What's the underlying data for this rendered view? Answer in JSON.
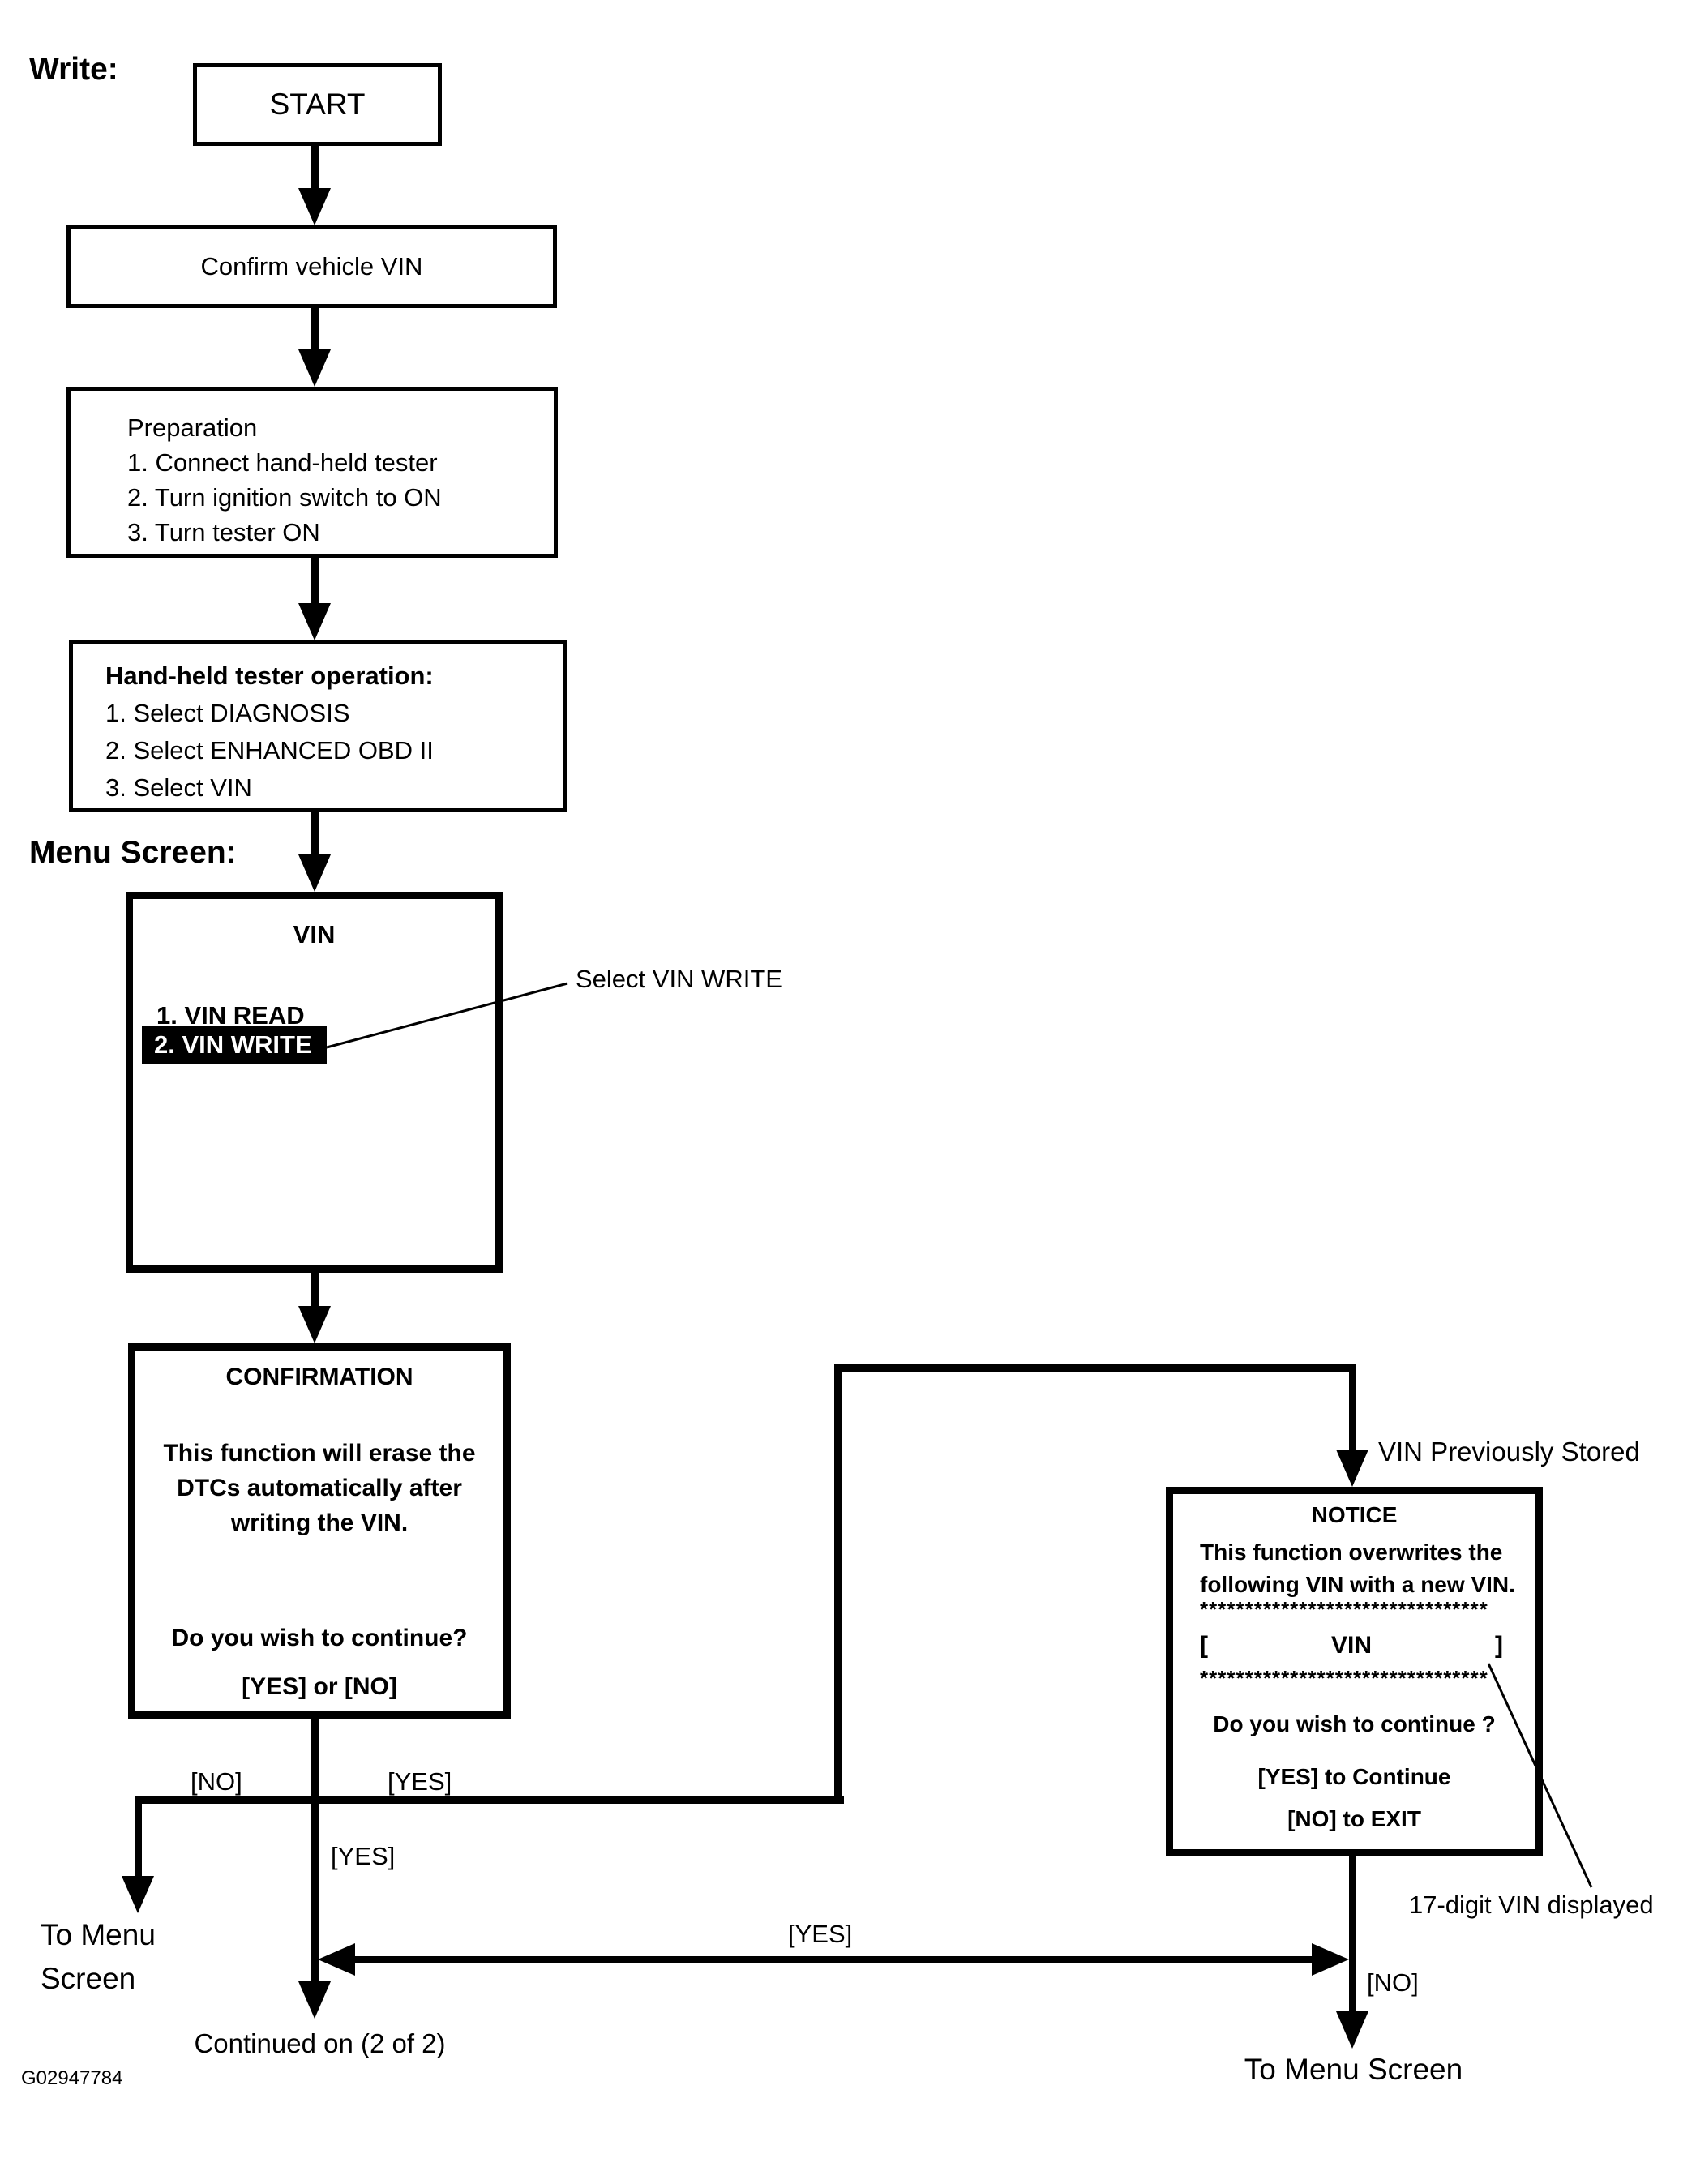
{
  "labels": {
    "write": "Write:",
    "menu_screen": "Menu Screen:",
    "figure_id": "G02947784"
  },
  "boxes": {
    "start": {
      "label": "START"
    },
    "confirm_vin": {
      "label": "Confirm vehicle VIN"
    },
    "preparation": {
      "title": "Preparation",
      "items": [
        "1. Connect hand-held tester",
        "2. Turn ignition switch to ON",
        "3. Turn tester ON"
      ]
    },
    "tester_operation": {
      "title": "Hand-held tester operation:",
      "items": [
        "1. Select DIAGNOSIS",
        "2. Select ENHANCED OBD II",
        "3. Select VIN"
      ]
    },
    "vin_menu": {
      "title": "VIN",
      "items": [
        "1. VIN READ",
        "2. VIN WRITE"
      ]
    },
    "confirmation": {
      "title": "CONFIRMATION",
      "body": [
        "This function will erase the",
        "DTCs automatically after",
        "writing the VIN."
      ],
      "question": "Do you wish to continue?",
      "options": "[YES] or [NO]"
    },
    "notice": {
      "title": "NOTICE",
      "body": [
        "This function overwrites the",
        "following VIN with a new VIN."
      ],
      "stars_top": "********************************",
      "bracket_open": "[",
      "vin_placeholder": "VIN",
      "bracket_close": "]",
      "stars_bottom": "********************************",
      "question": "Do you wish to continue ?",
      "option_yes": "[YES] to Continue",
      "option_no": "[NO] to EXIT"
    }
  },
  "edges": {
    "no_left": "[NO]",
    "yes_right": "[YES]",
    "yes_down": "[YES]",
    "yes_across": "[YES]",
    "no_down": "[NO]"
  },
  "terminals": {
    "to_menu_screen_left": [
      "To Menu",
      "Screen"
    ],
    "continued": "Continued on (2 of 2)",
    "to_menu_screen_right": "To Menu Screen"
  },
  "annotations": {
    "select_vin_write": "Select VIN WRITE",
    "vin_previously_stored": "VIN Previously Stored",
    "vin_digits": "17-digit VIN displayed"
  },
  "colors": {
    "ink": "#000000",
    "paper": "#ffffff",
    "highlight_bg": "#000000",
    "highlight_text": "#ffffff"
  }
}
